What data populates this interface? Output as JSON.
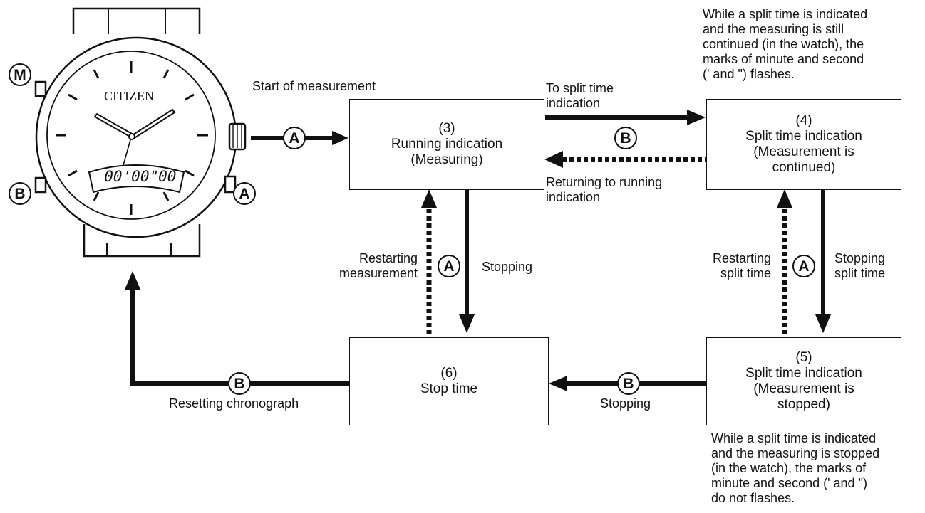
{
  "watch": {
    "brand": "CITIZEN",
    "lcd": "00'00\"00",
    "button_m": "M",
    "button_b": "B",
    "button_a": "A"
  },
  "states": {
    "s3": {
      "num": "(3)",
      "text": "Running indication\n(Measuring)"
    },
    "s4": {
      "num": "(4)",
      "text": "Split time indication\n(Measurement is\ncontinued)"
    },
    "s5": {
      "num": "(5)",
      "text": "Split time indication\n(Measurement is\nstopped)"
    },
    "s6": {
      "num": "(6)",
      "text": "Stop time"
    }
  },
  "labels": {
    "start": "Start of measurement",
    "to_split": "To split time\nindication",
    "returning": "Returning to running\nindication",
    "restart_meas": "Restarting\nmeasurement",
    "stopping_left": "Stopping",
    "restart_split": "Restarting\nsplit time",
    "stopping_split": "Stopping\nsplit time",
    "stopping_bottom": "Stopping",
    "resetting": "Resetting chronograph",
    "note_top": "While a split time is indicated\nand the measuring is still\ncontinued (in the watch), the\nmarks of minute and second\n(' and \") flashes.",
    "note_bottom": "While a split time is indicated\nand the measuring is stopped\n(in the watch), the marks of\nminute and second (' and \")\ndo not flashes."
  },
  "buttons": {
    "a": "A",
    "b": "B"
  }
}
